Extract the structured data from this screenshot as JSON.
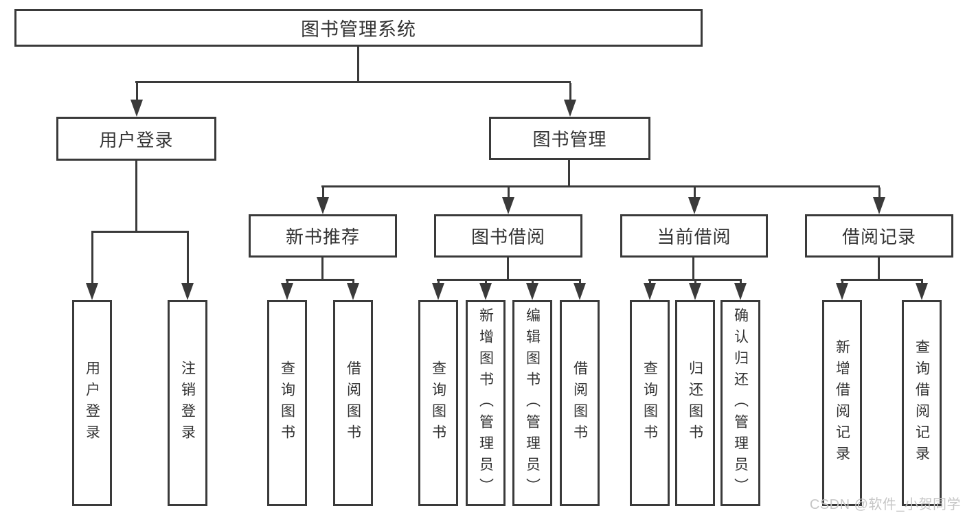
{
  "diagram": {
    "title": "图书管理系统",
    "tree": {
      "label": "图书管理系统",
      "children": [
        {
          "label": "用户登录",
          "children": [
            {
              "label": "用户登录"
            },
            {
              "label": "注销登录"
            }
          ]
        },
        {
          "label": "图书管理",
          "children": [
            {
              "label": "新书推荐",
              "children": [
                {
                  "label": "查询图书"
                },
                {
                  "label": "借阅图书"
                }
              ]
            },
            {
              "label": "图书借阅",
              "children": [
                {
                  "label": "查询图书"
                },
                {
                  "label": "新增图书（管理员）"
                },
                {
                  "label": "编辑图书（管理员）"
                },
                {
                  "label": "借阅图书"
                }
              ]
            },
            {
              "label": "当前借阅",
              "children": [
                {
                  "label": "查询图书"
                },
                {
                  "label": "归还图书"
                },
                {
                  "label": "确认归还（管理员）"
                }
              ]
            },
            {
              "label": "借阅记录",
              "children": [
                {
                  "label": "新增借阅记录"
                },
                {
                  "label": "查询借阅记录"
                }
              ]
            }
          ]
        }
      ]
    }
  },
  "watermark": {
    "text": "CSDN @软件_小贺同学",
    "color": "#c6c6c6"
  },
  "colors": {
    "line": "#3a3a3a",
    "text": "#333333",
    "background": "#ffffff"
  }
}
